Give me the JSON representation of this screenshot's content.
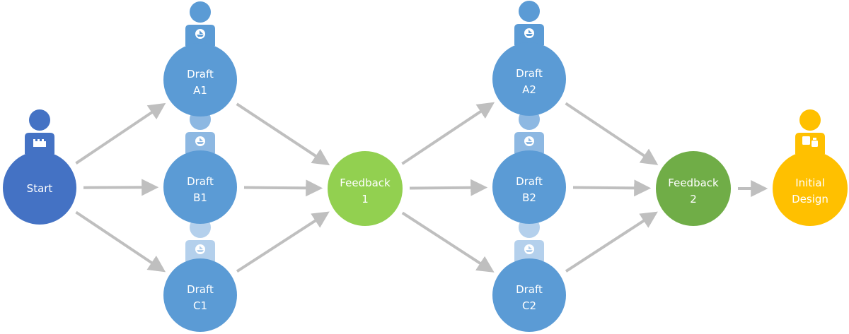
{
  "diagram": {
    "colors": {
      "start": "#4472c4",
      "draft": "#5b9bd5",
      "draft_person_light": "#8db8e2",
      "draft_person_lighter": "#b4d0ec",
      "feedback1": "#92d050",
      "feedback2": "#70ad47",
      "final": "#ffc000",
      "arrow": "#bfbfbf",
      "text": "#ffffff"
    },
    "nodes": [
      {
        "id": "start",
        "line1": "Start",
        "line2": "",
        "kind": "start",
        "person": "castle-icon"
      },
      {
        "id": "draft-a1",
        "line1": "Draft",
        "line2": "A1",
        "kind": "draft",
        "person": "boat-icon"
      },
      {
        "id": "draft-b1",
        "line1": "Draft",
        "line2": "B1",
        "kind": "draft",
        "person": "boat-icon"
      },
      {
        "id": "draft-c1",
        "line1": "Draft",
        "line2": "C1",
        "kind": "draft",
        "person": "boat-icon"
      },
      {
        "id": "feedback-1",
        "line1": "Feedback",
        "line2": "1",
        "kind": "feedback1",
        "person": ""
      },
      {
        "id": "draft-a2",
        "line1": "Draft",
        "line2": "A2",
        "kind": "draft",
        "person": "boat-icon"
      },
      {
        "id": "draft-b2",
        "line1": "Draft",
        "line2": "B2",
        "kind": "draft",
        "person": "boat-icon"
      },
      {
        "id": "draft-c2",
        "line1": "Draft",
        "line2": "C2",
        "kind": "draft",
        "person": "boat-icon"
      },
      {
        "id": "feedback-2",
        "line1": "Feedback",
        "line2": "2",
        "kind": "feedback2",
        "person": ""
      },
      {
        "id": "initial-design",
        "line1": "Initial",
        "line2": "Design",
        "kind": "final",
        "person": "blocks-icon"
      }
    ],
    "edges": [
      {
        "from": "start",
        "to": "draft-a1"
      },
      {
        "from": "start",
        "to": "draft-b1"
      },
      {
        "from": "start",
        "to": "draft-c1"
      },
      {
        "from": "draft-a1",
        "to": "feedback-1"
      },
      {
        "from": "draft-b1",
        "to": "feedback-1"
      },
      {
        "from": "draft-c1",
        "to": "feedback-1"
      },
      {
        "from": "feedback-1",
        "to": "draft-a2"
      },
      {
        "from": "feedback-1",
        "to": "draft-b2"
      },
      {
        "from": "feedback-1",
        "to": "draft-c2"
      },
      {
        "from": "draft-a2",
        "to": "feedback-2"
      },
      {
        "from": "draft-b2",
        "to": "feedback-2"
      },
      {
        "from": "draft-c2",
        "to": "feedback-2"
      },
      {
        "from": "feedback-2",
        "to": "initial-design"
      }
    ]
  }
}
